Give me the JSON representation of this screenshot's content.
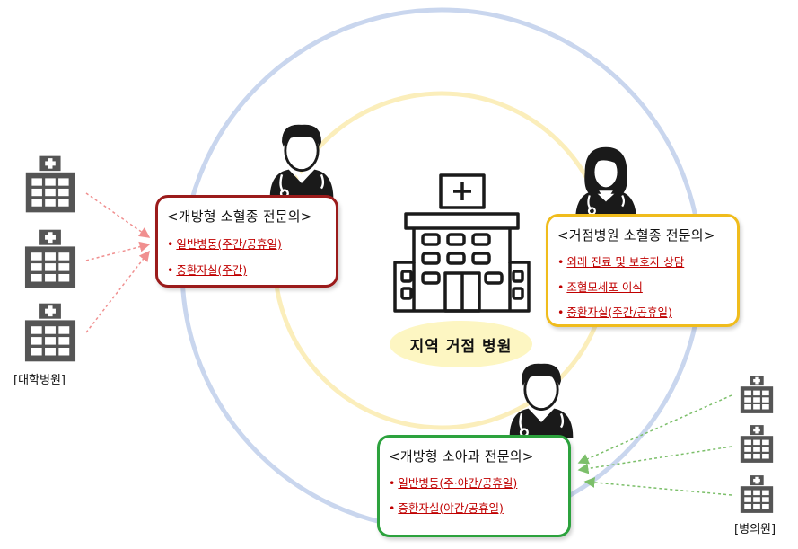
{
  "center": {
    "label": "지역 거점 병원"
  },
  "open_pediatric_subspecialist": {
    "title": "<개방형 소혈종 전문의>",
    "items": [
      "일반병동(주간/공휴일)",
      "중환자실(주간)"
    ]
  },
  "hub_hospital_pediatric_subspecialist": {
    "title": "<거점병원 소혈종 전문의>",
    "items": [
      "외래 진료 및 보호자 상담",
      "조혈모세포 이식",
      "중환자실(주간/공휴일)"
    ]
  },
  "open_pediatrics_specialist": {
    "title": "<개방형 소아과 전문의>",
    "items": [
      "일반병동(주·야간/공휴일)",
      "중환자실(야간/공휴일)"
    ]
  },
  "university_hospitals": {
    "label": "[대학병원]"
  },
  "clinics": {
    "label": "[병의원]"
  },
  "colors": {
    "outer_ring": "#c9d6ee",
    "inner_ring": "#fbeebb",
    "red_box": "#9b1b1b",
    "yellow_box": "#f0bc1c",
    "green_box": "#2ca23d",
    "red_arrow": "#f08f8f",
    "green_arrow": "#7cbf6a",
    "icon_gray": "#555555"
  }
}
